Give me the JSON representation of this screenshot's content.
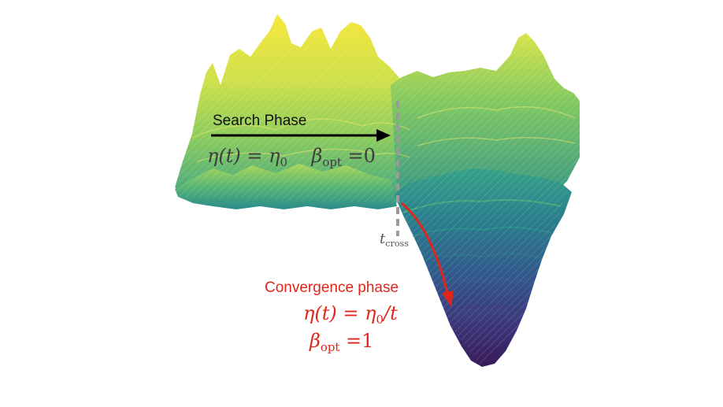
{
  "search_phase": {
    "title": "Search Phase",
    "eta_lhs": "η(t)",
    "eta_rhs": "η",
    "eta_rhs_sub": "0",
    "beta_symbol": "β",
    "beta_sub": "opt",
    "beta_value": "0",
    "arrow_color": "#000000"
  },
  "crossover": {
    "symbol": "t",
    "subscript": "cross",
    "line_color": "#9a9a9a"
  },
  "convergence_phase": {
    "title": "Convergence phase",
    "eta_lhs": "η(t)",
    "eta_rhs": "η",
    "eta_rhs_sub": "0",
    "eta_rhs_tail": "/t",
    "beta_symbol": "β",
    "beta_sub": "opt",
    "beta_value": "1",
    "arrow_color": "#e0261b"
  },
  "colors": {
    "surface_high": "#f4e33d",
    "surface_mid_high": "#9ad35a",
    "surface_mid": "#35a487",
    "surface_low": "#2f6c8e",
    "surface_lowest": "#3a1b5d",
    "accent_red": "#e0261b"
  }
}
